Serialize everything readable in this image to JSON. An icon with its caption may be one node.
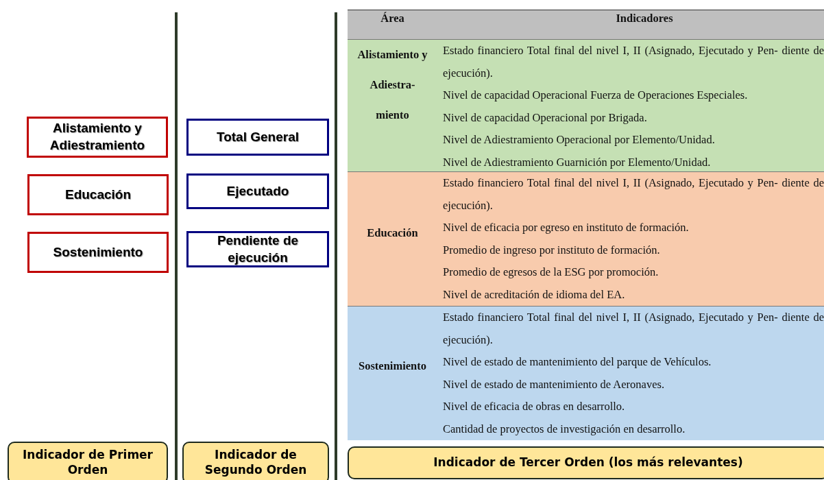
{
  "diagram": {
    "nodes": [
      {
        "text": [
          "Alistamiento y Adiestramiento"
        ]
      },
      {
        "text": [
          "Educación"
        ]
      },
      {
        "text": [
          "Sostenimiento"
        ]
      },
      {
        "text": [
          "Total General"
        ]
      },
      {
        "text": [
          "Ejecutado"
        ]
      },
      {
        "text": [
          "Pendiente de ejecución"
        ]
      },
      {
        "text": [
          "Indicador de Primer Orden"
        ]
      },
      {
        "text": [
          "Indicador de Segundo Orden"
        ]
      },
      {
        "text": [
          "Indicador de Tercer Orden (los más relevantes)"
        ]
      }
    ],
    "labels": [
      "Área",
      "Indicadores",
      "Alistamiento y Adiestra- miento",
      "Estado financiero Total final del nivel I, II (Asignado, Ejecutado y Pen- diente de ejecución).",
      "Nivel de capacidad Operacional Fuerza de Operaciones Especiales.",
      "Nivel de capacidad Operacional por Brigada.",
      "Nivel de Adiestramiento Operacional por Elemento/Unidad.",
      "Nivel de Adiestramiento Guarnición por Elemento/Unidad.",
      "Educación",
      "Estado financiero Total final del nivel I, II (Asignado, Ejecutado y Pen- diente de ejecución).",
      "Nivel de eficacia por egreso en instituto de formación.",
      "Promedio de ingreso por instituto de formación.",
      "Promedio de egresos de la ESG por promoción.",
      "Nivel de acreditación de idioma del EA.",
      "Sostenimiento",
      "Estado financiero Total final del nivel I, II (Asignado, Ejecutado y Pen- diente de ejecución).",
      "Nivel de estado de mantenimiento del parque de Vehículos.",
      "Nivel de estado de mantenimiento de Aeronaves.",
      "Nivel de eficacia de obras en desarrollo.",
      "Cantidad de proyectos de investigación en desarrollo."
    ]
  }
}
